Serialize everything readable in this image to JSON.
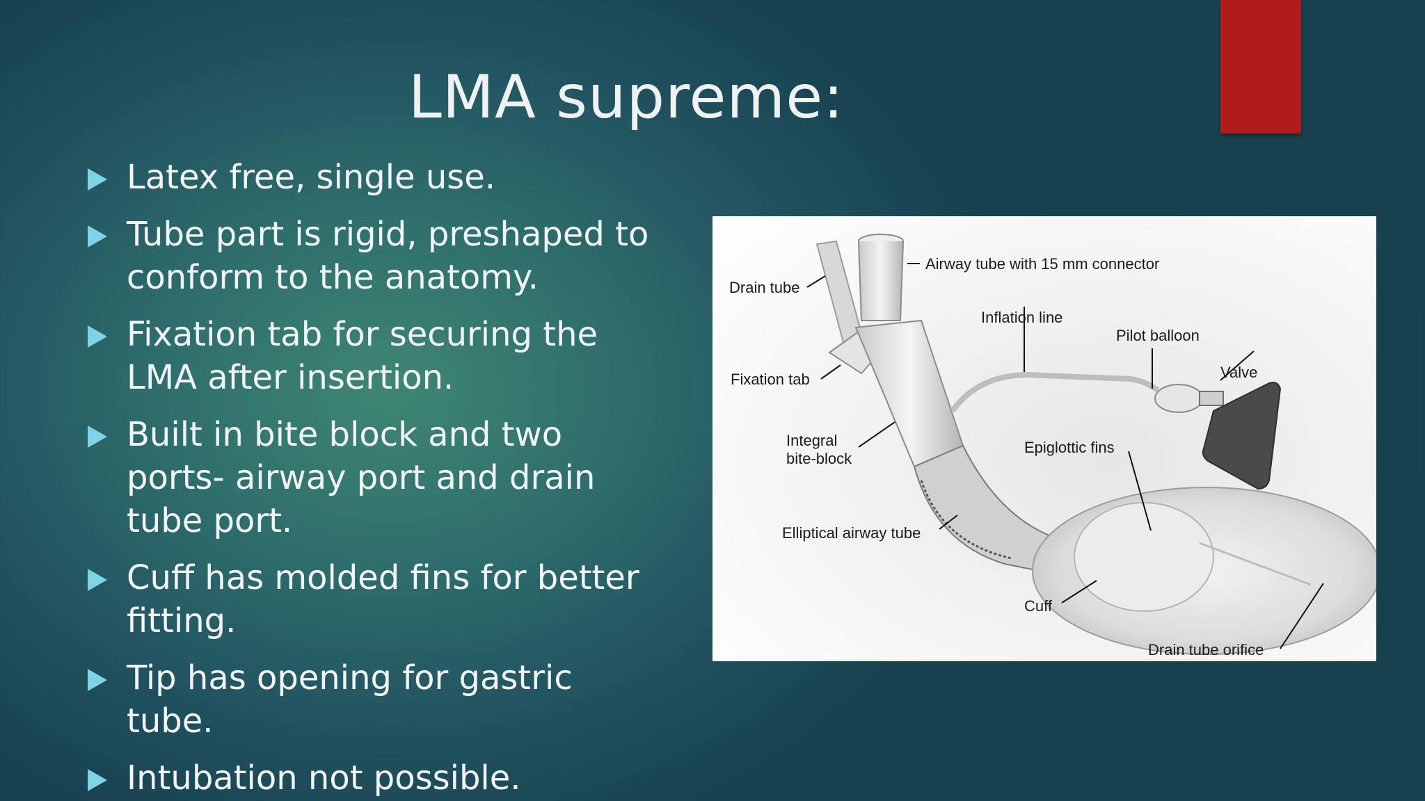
{
  "slide": {
    "title": "LMA supreme:",
    "accent_color": "#b21b1b",
    "bullet_marker_color": "#7fd3e6",
    "bullets": [
      {
        "lines": [
          "Latex free, single use."
        ]
      },
      {
        "lines": [
          "Tube part is rigid, preshaped to",
          "conform to the anatomy."
        ]
      },
      {
        "lines": [
          "Fixation tab for securing the",
          "LMA after insertion."
        ]
      },
      {
        "lines": [
          "Built in bite block and two",
          "ports- airway port and drain",
          "tube port."
        ]
      },
      {
        "lines": [
          "Cuff has molded fins for better",
          "fitting."
        ]
      },
      {
        "lines": [
          "Tip has opening for gastric",
          "tube."
        ]
      },
      {
        "lines": [
          "Intubation not possible."
        ]
      }
    ]
  },
  "diagram": {
    "labels": {
      "airway_tube": "Airway tube with 15 mm connector",
      "drain_tube": "Drain tube",
      "inflation_line": "Inflation line",
      "pilot_balloon": "Pilot balloon",
      "valve": "Valve",
      "fixation_tab": "Fixation tab",
      "integral": "Integral",
      "bite_block": "bite-block",
      "epiglottic_fins": "Epiglottic fins",
      "elliptical_airway_tube": "Elliptical airway tube",
      "cuff": "Cuff",
      "drain_tube_orifice": "Drain tube orifice"
    }
  }
}
